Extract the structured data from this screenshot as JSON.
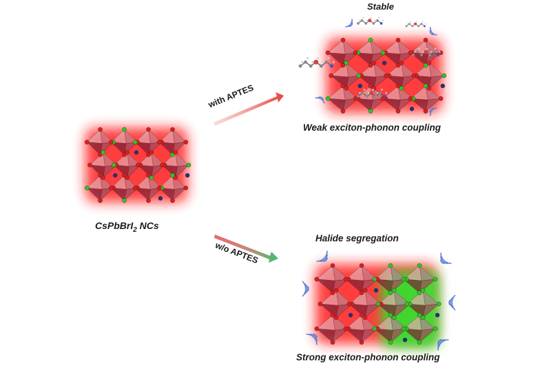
{
  "labels": {
    "source": {
      "prefix": "CsPbBrI",
      "sub": "2",
      "suffix": " NCs"
    },
    "with_arrow": "with APTES",
    "without_arrow": "w/o APTES",
    "stable_title": "Stable",
    "stable_caption": "Weak exciton-phonon coupling",
    "segregation_title": "Halide segregation",
    "segregation_caption": "Strong exciton-phonon coupling"
  },
  "colors": {
    "red_glow": "#ff1e1e",
    "green_glow": "#2ee62e",
    "octahedron": "#c87a84",
    "octahedron_dark": "#7a2036",
    "bromide_atom": "#22cc22",
    "iodide_atom": "#d62020",
    "phonon_wave": "#5b7fd6",
    "arrow_red": "#e8413a",
    "arrow_green": "#3cc070"
  },
  "icons": {
    "ligand": "aptes-molecule-icon",
    "vibration": "phonon-wave-icon"
  }
}
